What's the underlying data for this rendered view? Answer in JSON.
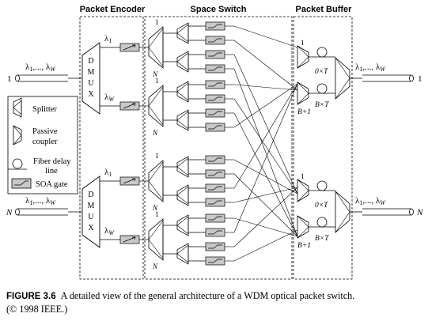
{
  "sections": {
    "encoder": "Packet Encoder",
    "switch": "Space Switch",
    "buffer": "Packet Buffer"
  },
  "ports": {
    "in_top": "1",
    "in_bottom": "N",
    "out_top": "1",
    "out_bottom": "N"
  },
  "wavelengths": {
    "range": "λ1,..., λW",
    "range_first": "λ",
    "range_first_sub": "1",
    "range_mid": ",..., λ",
    "range_last_sub": "W",
    "l1": "λ",
    "l1_sub": "1",
    "lw": "λ",
    "lw_sub": "W"
  },
  "demux_letters": [
    "D",
    "M",
    "U",
    "X"
  ],
  "splitter_labels": {
    "top": "1",
    "bottom": "N"
  },
  "buffer_labels": {
    "top": "1",
    "delay_short": "0×T",
    "delay_long": "B×T",
    "bottom": "B+1"
  },
  "legend": {
    "splitter": "Splitter",
    "coupler_line1": "Passive",
    "coupler_line2": "coupler",
    "delay_line1": "Fiber delay",
    "delay_line2": "line",
    "soa": "SOA gate"
  },
  "caption": {
    "label": "FIGURE 3.6",
    "line1": "A detailed view of the general architecture of a WDM optical packet switch.",
    "line2": "(© 1998 IEEE.)"
  },
  "colors": {
    "soa_fill": "#c8c8c8",
    "line": "#000000"
  }
}
